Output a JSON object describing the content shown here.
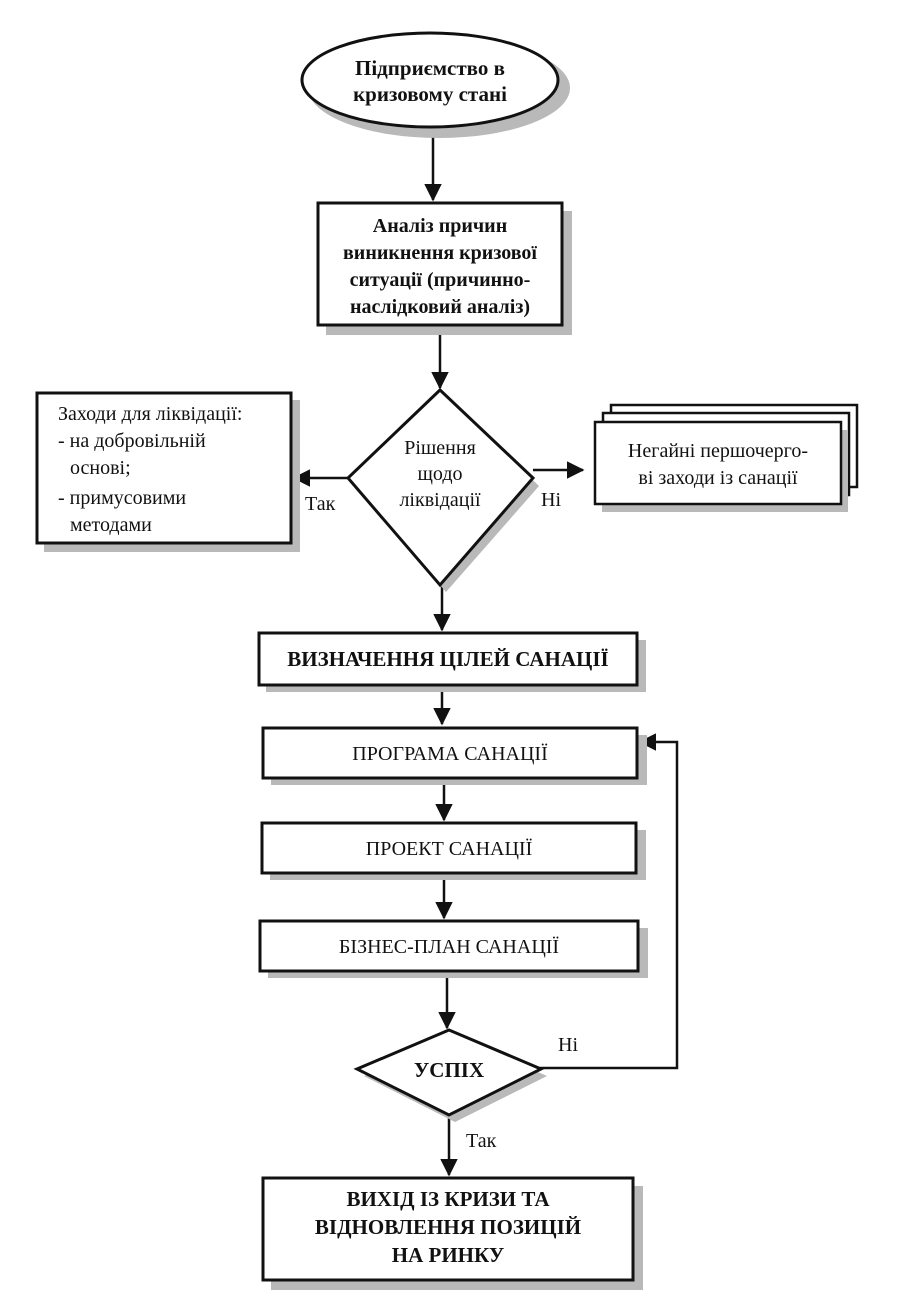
{
  "nodes": {
    "start": {
      "lines": [
        "Підприємство в",
        "кризовому стані"
      ]
    },
    "analysis": {
      "lines": [
        "Аналіз причин",
        "виникнення кризової",
        "ситуації (причинно-",
        "наслідковий аналіз)"
      ]
    },
    "decision_liquidation": {
      "lines": [
        "Рішення",
        "щодо",
        "ліквідації"
      ]
    },
    "liquidation_measures": {
      "lines": [
        "Заходи для ліквідації:",
        "- на добровільній",
        "основі;",
        "- примусовими",
        "методами"
      ]
    },
    "urgent_measures": {
      "lines": [
        "Негайні першочерго-",
        "ві заходи із санації"
      ]
    },
    "goals": {
      "lines": [
        "ВИЗНАЧЕННЯ ЦІЛЕЙ САНАЦІЇ"
      ]
    },
    "program": {
      "lines": [
        "ПРОГРАМА САНАЦІЇ"
      ]
    },
    "project": {
      "lines": [
        "ПРОЕКТ САНАЦІЇ"
      ]
    },
    "business_plan": {
      "lines": [
        "БІЗНЕС-ПЛАН САНАЦІЇ"
      ]
    },
    "success": {
      "lines": [
        "УСПІХ"
      ]
    },
    "exit": {
      "lines": [
        "ВИХІД ІЗ КРИЗИ ТА",
        "ВІДНОВЛЕННЯ ПОЗИЦІЙ",
        "НА РИНКУ"
      ]
    }
  },
  "edge_labels": {
    "yes_left": "Так",
    "no_right": "Ні",
    "no_loop": "Ні",
    "yes_down": "Так"
  }
}
